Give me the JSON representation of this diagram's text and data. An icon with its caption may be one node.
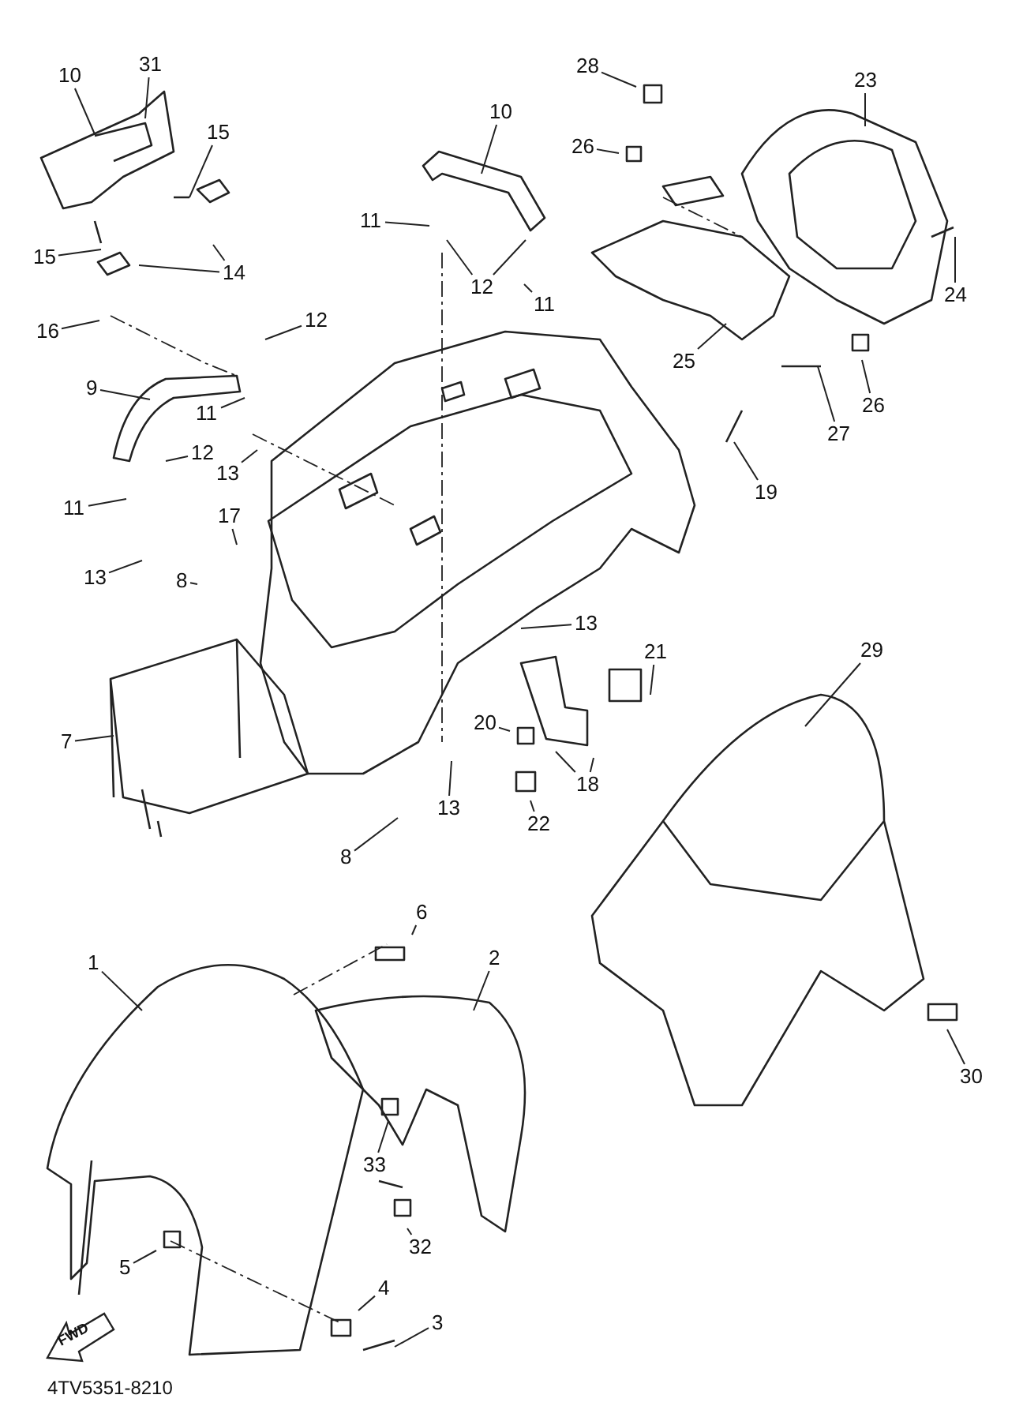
{
  "diagram": {
    "nodes": [
      {
        "text": [
          "10"
        ]
      },
      {
        "text": [
          "31"
        ]
      },
      {
        "text": [
          "15"
        ]
      },
      {
        "text": [
          "15"
        ]
      },
      {
        "text": [
          "14"
        ]
      },
      {
        "text": [
          "16"
        ]
      },
      {
        "text": [
          "10"
        ]
      },
      {
        "text": [
          "11"
        ]
      },
      {
        "text": [
          "12"
        ]
      },
      {
        "text": [
          "11"
        ]
      },
      {
        "text": [
          "12"
        ]
      },
      {
        "text": [
          "9"
        ]
      },
      {
        "text": [
          "11"
        ]
      },
      {
        "text": [
          "12"
        ]
      },
      {
        "text": [
          "13"
        ]
      },
      {
        "text": [
          "11"
        ]
      },
      {
        "text": [
          "13"
        ]
      },
      {
        "text": [
          "17"
        ]
      },
      {
        "text": [
          "8"
        ]
      },
      {
        "text": [
          "7"
        ]
      },
      {
        "text": [
          "13"
        ]
      },
      {
        "text": [
          "8"
        ]
      },
      {
        "text": [
          "13"
        ]
      },
      {
        "text": [
          "28"
        ]
      },
      {
        "text": [
          "26"
        ]
      },
      {
        "text": [
          "23"
        ]
      },
      {
        "text": [
          "24"
        ]
      },
      {
        "text": [
          "25"
        ]
      },
      {
        "text": [
          "26"
        ]
      },
      {
        "text": [
          "27"
        ]
      },
      {
        "text": [
          "19"
        ]
      },
      {
        "text": [
          "21"
        ]
      },
      {
        "text": [
          "20"
        ]
      },
      {
        "text": [
          "18"
        ]
      },
      {
        "text": [
          "22"
        ]
      },
      {
        "text": [
          "29"
        ]
      },
      {
        "text": [
          "30"
        ]
      },
      {
        "text": [
          "6"
        ]
      },
      {
        "text": [
          "1"
        ]
      },
      {
        "text": [
          "2"
        ]
      },
      {
        "text": [
          "33"
        ]
      },
      {
        "text": [
          "32"
        ]
      },
      {
        "text": [
          "5"
        ]
      },
      {
        "text": [
          "4"
        ]
      },
      {
        "text": [
          "3"
        ]
      }
    ],
    "edges": [
      {
        "from": 0,
        "to": null,
        "arrow": "none"
      },
      {
        "from": 1,
        "to": null,
        "arrow": "none"
      },
      {
        "from": 2,
        "to": null,
        "arrow": "none"
      },
      {
        "from": 3,
        "to": null,
        "arrow": "none"
      },
      {
        "from": 4,
        "to": null,
        "arrow": "none"
      },
      {
        "from": 4,
        "to": null,
        "arrow": "none"
      },
      {
        "from": 5,
        "to": null,
        "arrow": "none"
      },
      {
        "from": 6,
        "to": null,
        "arrow": "none"
      },
      {
        "from": 7,
        "to": null,
        "arrow": "none"
      },
      {
        "from": 8,
        "to": null,
        "arrow": "none"
      },
      {
        "from": 8,
        "to": null,
        "arrow": "none"
      },
      {
        "from": 9,
        "to": null,
        "arrow": "none"
      },
      {
        "from": 10,
        "to": null,
        "arrow": "none"
      },
      {
        "from": 11,
        "to": null,
        "arrow": "none"
      },
      {
        "from": 12,
        "to": null,
        "arrow": "none"
      },
      {
        "from": 13,
        "to": null,
        "arrow": "none"
      },
      {
        "from": 14,
        "to": null,
        "arrow": "none"
      },
      {
        "from": 15,
        "to": null,
        "arrow": "none"
      },
      {
        "from": 16,
        "to": null,
        "arrow": "none"
      },
      {
        "from": 17,
        "to": null,
        "arrow": "none"
      },
      {
        "from": 18,
        "to": null,
        "arrow": "none"
      },
      {
        "from": 19,
        "to": null,
        "arrow": "none"
      },
      {
        "from": 20,
        "to": null,
        "arrow": "none"
      },
      {
        "from": 21,
        "to": null,
        "arrow": "none"
      },
      {
        "from": 22,
        "to": null,
        "arrow": "none"
      },
      {
        "from": 23,
        "to": null,
        "arrow": "none"
      },
      {
        "from": 24,
        "to": null,
        "arrow": "none"
      },
      {
        "from": 25,
        "to": null,
        "arrow": "none"
      },
      {
        "from": 26,
        "to": null,
        "arrow": "none"
      },
      {
        "from": 27,
        "to": null,
        "arrow": "none"
      },
      {
        "from": 28,
        "to": null,
        "arrow": "none"
      },
      {
        "from": 29,
        "to": null,
        "arrow": "none"
      },
      {
        "from": 30,
        "to": null,
        "arrow": "none"
      },
      {
        "from": 31,
        "to": null,
        "arrow": "none"
      },
      {
        "from": 32,
        "to": null,
        "arrow": "none"
      },
      {
        "from": 33,
        "to": null,
        "arrow": "none"
      },
      {
        "from": 33,
        "to": null,
        "arrow": "none"
      },
      {
        "from": 34,
        "to": null,
        "arrow": "none"
      },
      {
        "from": 35,
        "to": null,
        "arrow": "none"
      },
      {
        "from": 36,
        "to": null,
        "arrow": "none"
      },
      {
        "from": 37,
        "to": null,
        "arrow": "none"
      },
      {
        "from": 38,
        "to": null,
        "arrow": "none"
      },
      {
        "from": 39,
        "to": null,
        "arrow": "none"
      },
      {
        "from": 40,
        "to": null,
        "arrow": "none"
      },
      {
        "from": 41,
        "to": null,
        "arrow": "none"
      },
      {
        "from": 42,
        "to": null,
        "arrow": "none"
      },
      {
        "from": 43,
        "to": null,
        "arrow": "none"
      },
      {
        "from": 44,
        "to": null,
        "arrow": "none"
      }
    ],
    "labels": [
      "FWD",
      "4TV5351-8210"
    ]
  }
}
